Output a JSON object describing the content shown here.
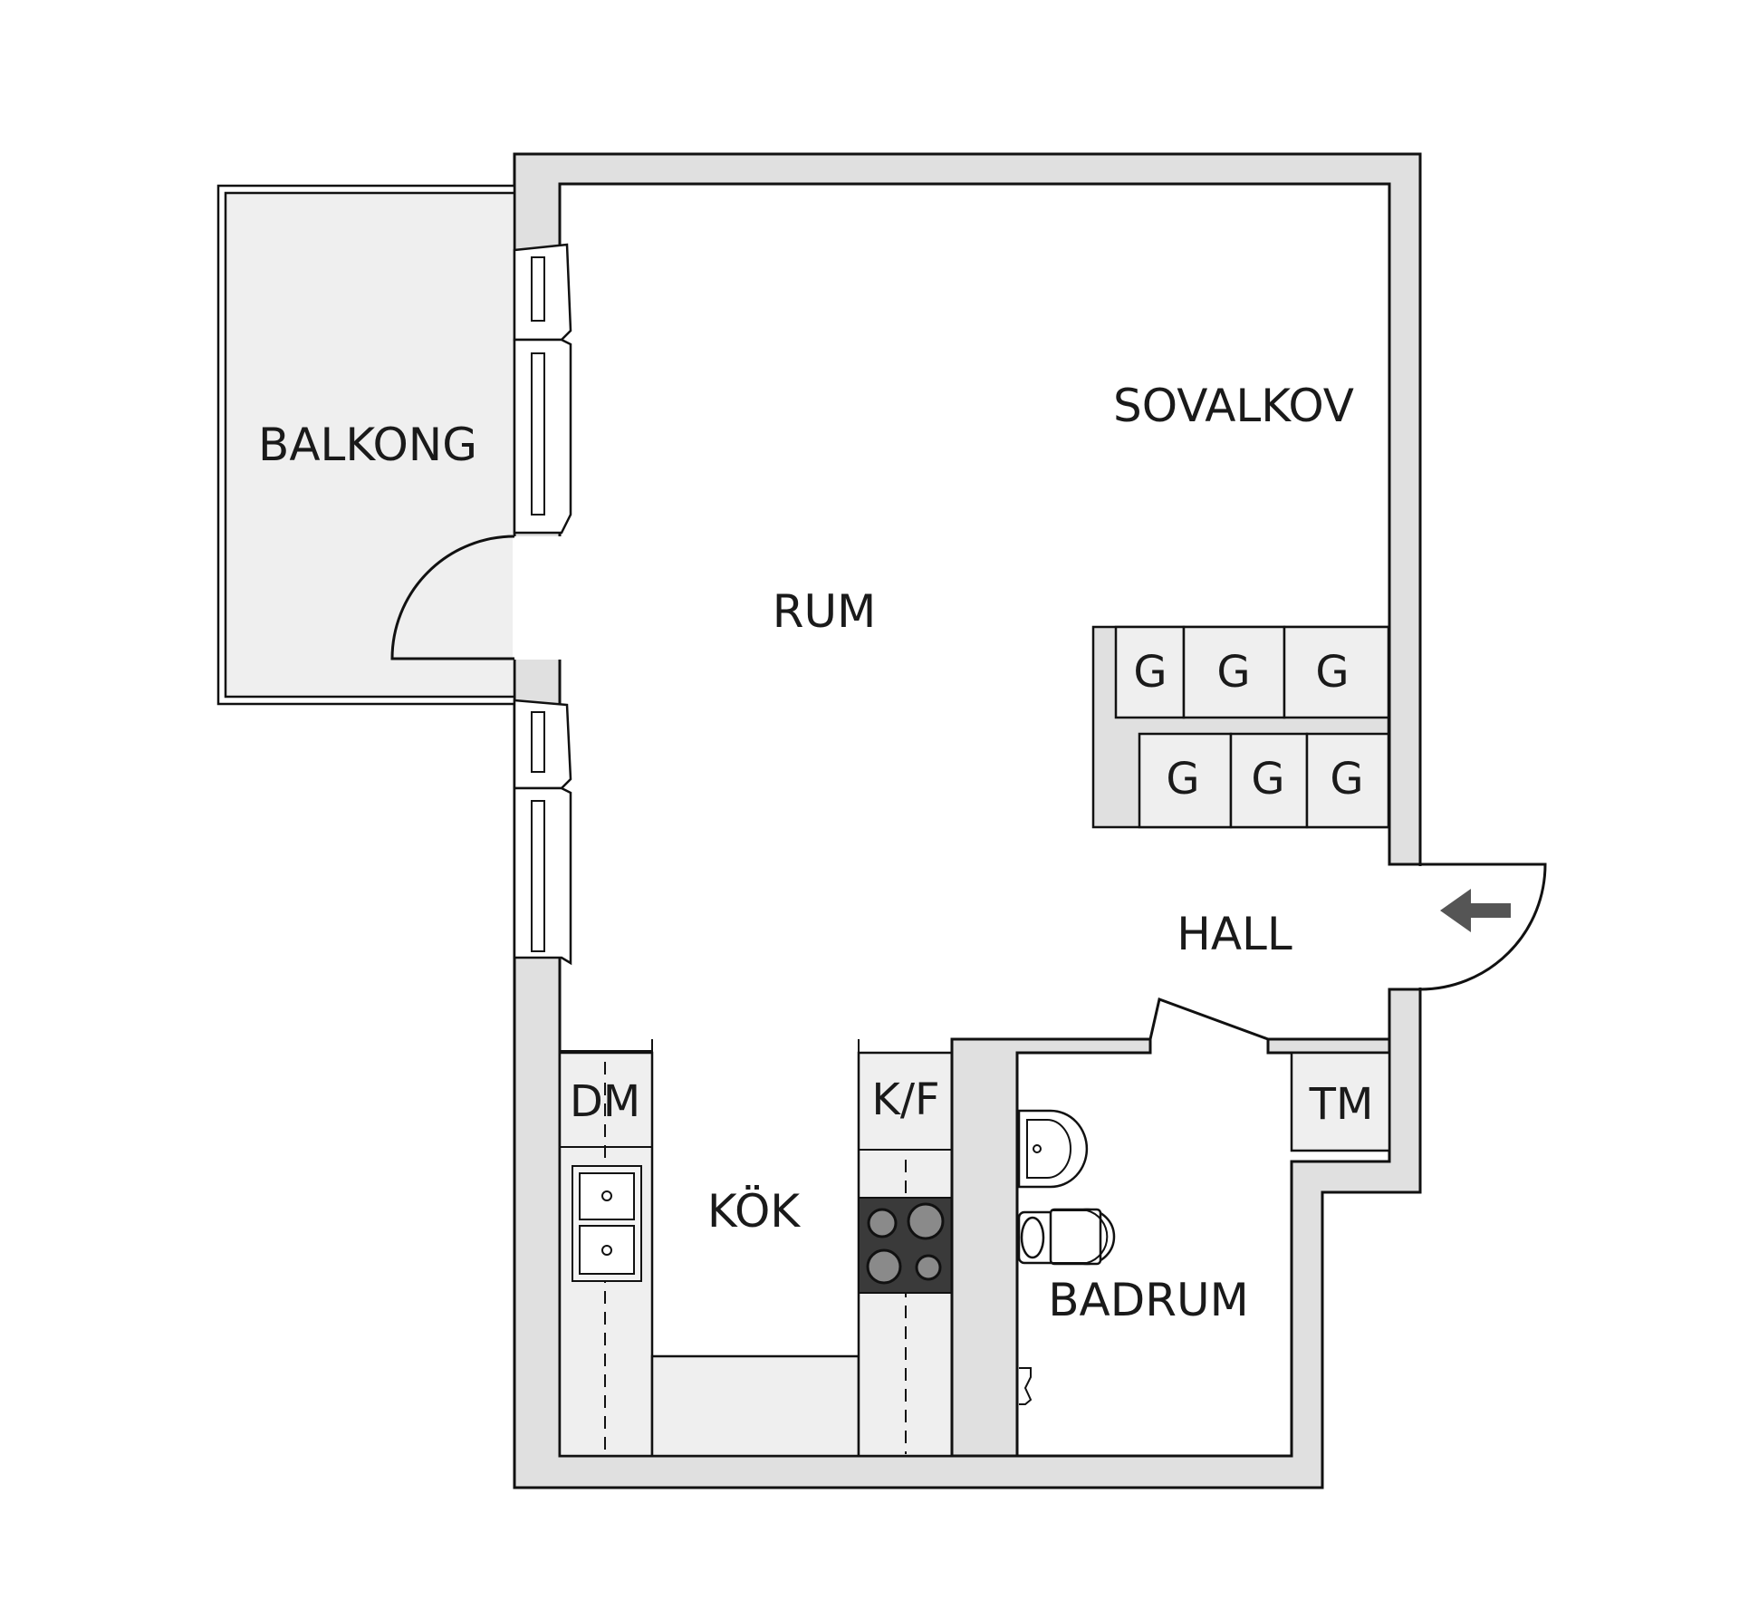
{
  "rooms": {
    "balkong": "BALKONG",
    "rum": "RUM",
    "sovalkov": "SOVALKOV",
    "hall": "HALL",
    "kok": "KÖK",
    "badrum": "BADRUM"
  },
  "appliances": {
    "wardrobe": "G",
    "dishwasher": "DM",
    "fridge_freezer": "K/F",
    "washer": "TM"
  },
  "colors": {
    "wall": "#e0e0e0",
    "fixture": "#efefef",
    "stove": "#3a3a3a",
    "arrow": "#555555"
  }
}
